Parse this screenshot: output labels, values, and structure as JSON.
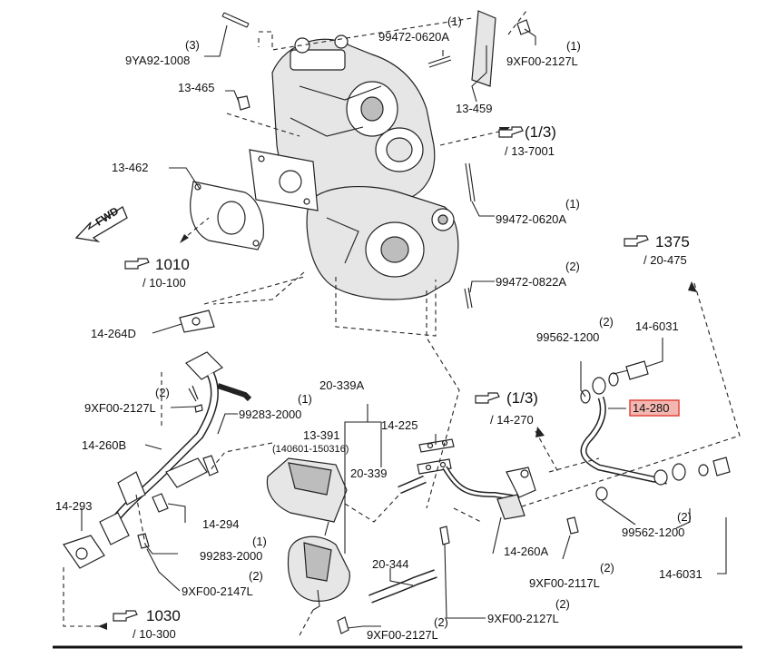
{
  "labels": {
    "p9ya92": "9YA92-1008",
    "p9ya92_q": "(3)",
    "p13465": "13-465",
    "p99472a": "99472-0620A",
    "p99472a_q": "(1)",
    "p13459": "13-459",
    "p9xf00a": "9XF00-2127L",
    "p9xf00a_q": "(1)",
    "ref13": "(1/3)",
    "ref13_sub": "/ 13-7001",
    "p13462": "13-462",
    "fwd": "FWD",
    "p99472b": "99472-0620A",
    "p99472b_q": "(1)",
    "ref1010": "1010",
    "ref1010_sub": "/ 10-100",
    "p99472c": "99472-0822A",
    "p99472c_q": "(2)",
    "ref1375": "1375",
    "ref1375_sub": "/ 20-475",
    "p14264d": "14-264D",
    "p99562a": "99562-1200",
    "p99562a_q": "(2)",
    "p146031a": "14-6031",
    "p9xf00b": "9XF00-2127L",
    "p9xf00b_q": "(2)",
    "p99283a": "99283-2000",
    "p99283a_q": "(1)",
    "p20339a": "20-339A",
    "ref14": "(1/3)",
    "ref14_sub": "/ 14-270",
    "p14280": "14-280",
    "p13391": "13-391",
    "p13391_range": "(140601-150316)",
    "p14225": "14-225",
    "p14260b": "14-260B",
    "p20339": "20-339",
    "p14293": "14-293",
    "p14294": "14-294",
    "p99283b": "99283-2000",
    "p99283b_q": "(1)",
    "p14260a": "14-260A",
    "p99562b": "99562-1200",
    "p99562b_q": "(2)",
    "p9xf00c": "9XF00-2147L",
    "p9xf00c_q": "(2)",
    "p20344": "20-344",
    "p9xf00d": "9XF00-2117L",
    "p9xf00d_q": "(2)",
    "p146031b": "14-6031",
    "ref1030": "1030",
    "ref1030_sub": "/ 10-300",
    "p9xf00e": "9XF00-2127L",
    "p9xf00e_q": "(2)",
    "p9xf00f": "9XF00-2127L",
    "p9xf00f_q": "(2)"
  },
  "colors": {
    "highlight_fill": "#f4b6b0",
    "highlight_stroke": "#e0463a",
    "ink": "#111111"
  },
  "icons": {
    "reference": "pointing-hand-icon",
    "forward": "fwd-arrow-icon"
  }
}
